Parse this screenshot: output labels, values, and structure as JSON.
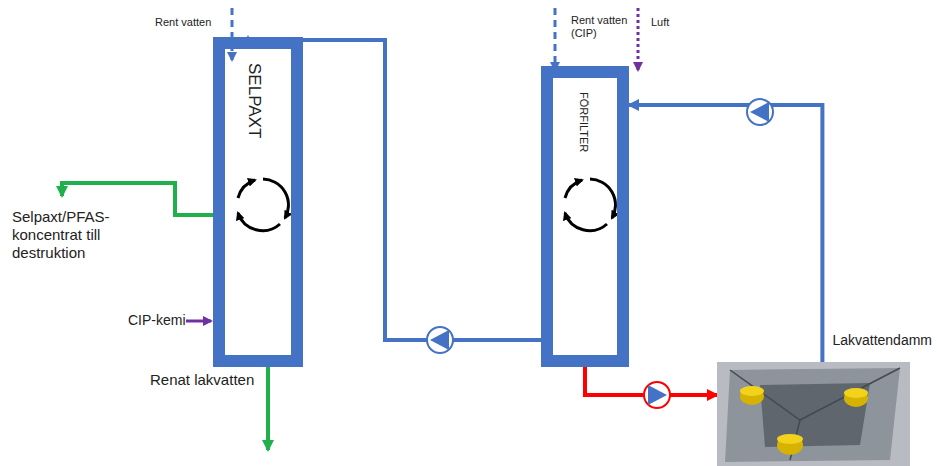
{
  "diagram": {
    "nodes": [
      {
        "text": [
          "SELPAXT"
        ]
      },
      {
        "text": [
          "FÖRFILTER"
        ]
      },
      {
        "text": [
          "Lakvattendamm"
        ]
      }
    ],
    "edges": [
      {
        "from": 1,
        "to": 0,
        "arrow": "to"
      },
      {
        "from": 2,
        "to": 1,
        "arrow": "to"
      },
      {
        "from": 1,
        "to": 2,
        "arrow": "to"
      }
    ],
    "labels": [
      "Rent vatten",
      "Rent vatten (CIP)",
      "Luft",
      "Selpaxt/PFAS-koncentrat till destruktion",
      "CIP-kemi",
      "Renat lakvatten"
    ]
  }
}
